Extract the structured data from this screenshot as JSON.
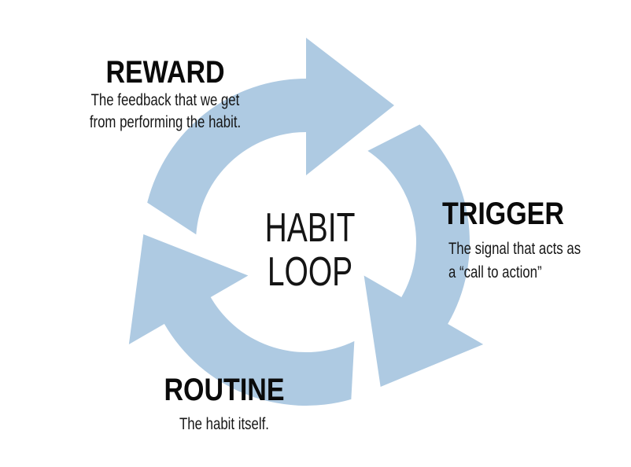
{
  "colors": {
    "arrow": "#AECAE2",
    "text": "#0A0A0A"
  },
  "icons": {
    "loop_arrows": "three curved clockwise cycle arrows"
  },
  "center": {
    "line1": "HABIT",
    "line2": "LOOP"
  },
  "nodes": {
    "reward": {
      "title": "REWARD",
      "desc1": "The feedback that we get",
      "desc2": "from performing the habit."
    },
    "trigger": {
      "title": "TRIGGER",
      "desc1": "The signal that acts as",
      "desc2": "a “call to action”"
    },
    "routine": {
      "title": "ROUTINE",
      "desc1": "The habit itself."
    }
  }
}
